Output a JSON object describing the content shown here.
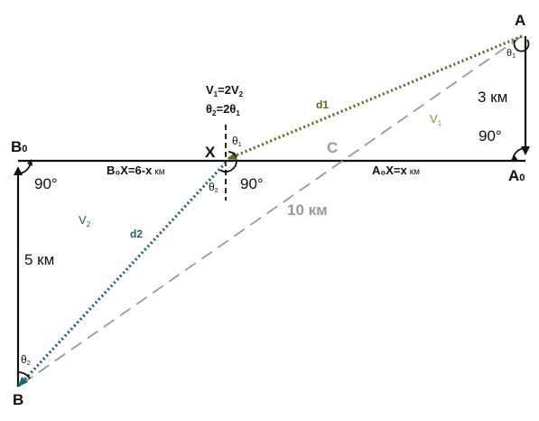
{
  "points": {
    "A": "A",
    "A0": "A",
    "A0_sub": "0",
    "B0": "B",
    "B0_sub": "0",
    "B": "B",
    "X": "X",
    "C": "C"
  },
  "relations": {
    "v_line": "V",
    "v_sub1": "1",
    "v_eq": "=2V",
    "v_sub2": "2",
    "th_line": "θ",
    "th_sub2": "2",
    "th_eq": "=2θ",
    "th_sub1": "1"
  },
  "segments": {
    "b0x": "B₀X=6-x",
    "b0x_unit": "км",
    "a0x": "A₀X=x",
    "a0x_unit": "км",
    "ab_length": "10 км",
    "aa0_length": "3 км",
    "bb0_length": "5 км",
    "d1": "d1",
    "d2": "d2"
  },
  "velocities": {
    "v1": "V",
    "v1_sub": "1",
    "v2": "V",
    "v2_sub": "2"
  },
  "angles": {
    "right_angle": "90°",
    "theta": "θ",
    "sub1": "1",
    "sub2": "2"
  },
  "colors": {
    "d1_path": "#5a6a1e",
    "d1_label": "#5a6a1e",
    "v1_label": "#7a9a2a",
    "d2_path": "#1f5f7a",
    "hypotenuse": "#9a9a9a",
    "axis": "#111111"
  }
}
